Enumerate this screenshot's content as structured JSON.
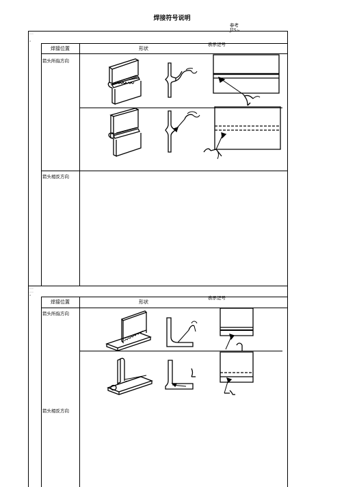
{
  "page": {
    "title": "焊接符号说明",
    "ref_line1": "参考",
    "ref_line2": "JIS~"
  },
  "sections": [
    {
      "header": {
        "position": "焊接位置",
        "shape": "形状",
        "symbol": "表示记号"
      },
      "row_arrow_side": "箭头所指方向",
      "row_other_side": "箭头相反方向",
      "side_mark_1": "——",
      "side_mark_2": "a"
    },
    {
      "header": {
        "position": "焊接位置",
        "shape": "形状",
        "symbol": "表示记号"
      },
      "row_arrow_side": "箭头所指方向",
      "row_other_side": "箭头相反方向",
      "side_mark_1": "——",
      "side_mark_2": "——",
      "side_mark_3": "a"
    }
  ]
}
